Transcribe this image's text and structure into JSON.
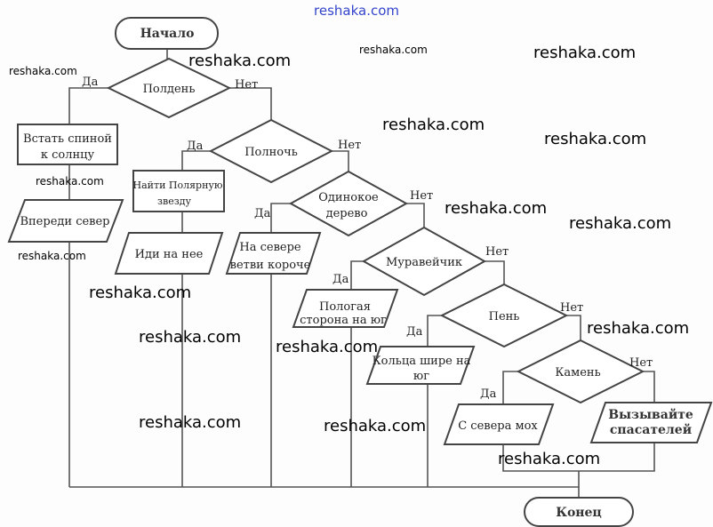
{
  "nodes": {
    "start": "Начало",
    "noon": "Полдень",
    "back_to_sun_1": "Встать спиной",
    "back_to_sun_2": "к солнцу",
    "north_ahead": "Впереди север",
    "midnight": "Полночь",
    "find_polaris_1": "Найти Полярную",
    "find_polaris_2": "звезду",
    "go_to_it": "Иди на нее",
    "lone_tree_1": "Одинокое",
    "lone_tree_2": "дерево",
    "branches_1": "На севере",
    "branches_2": "ветви короче",
    "anthill": "Муравейчик",
    "gentle_1": "Пологая",
    "gentle_2": "сторона на юг",
    "stump": "Пень",
    "rings_1": "Кольца шире на",
    "rings_2": "юг",
    "stone": "Камень",
    "moss": "С севера мох",
    "call_1": "Вызывайте",
    "call_2": "спасателей",
    "end": "Конец"
  },
  "labels": {
    "yes": "Да",
    "no": "Нет"
  },
  "watermark": "reshaka.com",
  "colors": {
    "watermark_top": "#3344cc"
  }
}
